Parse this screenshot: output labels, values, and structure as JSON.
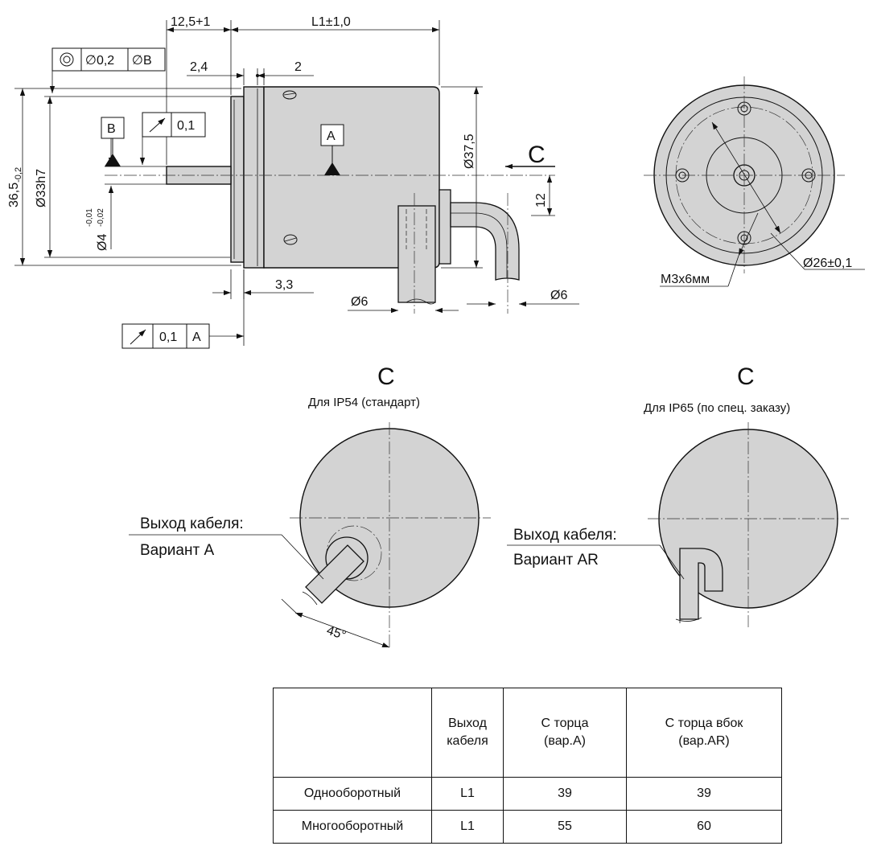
{
  "dims": {
    "shaft_len": "12,5+1",
    "body_len": "L1±1,0",
    "d1": "2,4",
    "d2": "2",
    "d33": "3,3",
    "h36_main": "36,5",
    "h36_tol": "-0,2",
    "d33h7": "Ø33h7",
    "d4_main": "Ø4",
    "d4_tol_top": "-0,01",
    "d4_tol_bot": "-0,02",
    "d37": "Ø37,5",
    "d12": "12",
    "d6a": "Ø6",
    "d6b": "Ø6",
    "m3": "М3х6мм",
    "d26": "Ø26±0,1",
    "angle": "45°"
  },
  "tolerance_frames": {
    "concentricity": {
      "symbol": "concentricity-icon",
      "value": "∅0,2",
      "datum": "∅B"
    },
    "runout_shaft": {
      "symbol": "runout-arrow-icon",
      "value": "0,1"
    },
    "runout_face": {
      "symbol": "runout-arrow-icon",
      "value": "0,1",
      "datum": "A"
    }
  },
  "datums": {
    "a": "A",
    "b": "B"
  },
  "view_label": "C",
  "views": {
    "ip54": {
      "letter": "C",
      "caption": "Для IP54 (стандарт)",
      "cable_line1": "Выход кабеля:",
      "cable_line2": "Вариант А"
    },
    "ip65": {
      "letter": "C",
      "caption": "Для IP65 (по спец. заказу)",
      "cable_line1": "Выход кабеля:",
      "cable_line2": "Вариант  AR"
    }
  },
  "table": {
    "headers": [
      "",
      "Выход кабеля",
      "С торца (вар.А)",
      "С торца вбок (вар.AR)"
    ],
    "header_lines": [
      [
        ""
      ],
      [
        "Выход",
        "кабеля"
      ],
      [
        "С торца",
        "(вар.А)"
      ],
      [
        "С торца вбок",
        "(вар.AR)"
      ]
    ],
    "rows": [
      [
        "Однооборотный",
        "L1",
        "39",
        "39"
      ],
      [
        "Многооборотный",
        "L1",
        "55",
        "60"
      ]
    ]
  },
  "colors": {
    "body_fill": "#d3d3d3",
    "line": "#111111",
    "background": "#ffffff"
  }
}
